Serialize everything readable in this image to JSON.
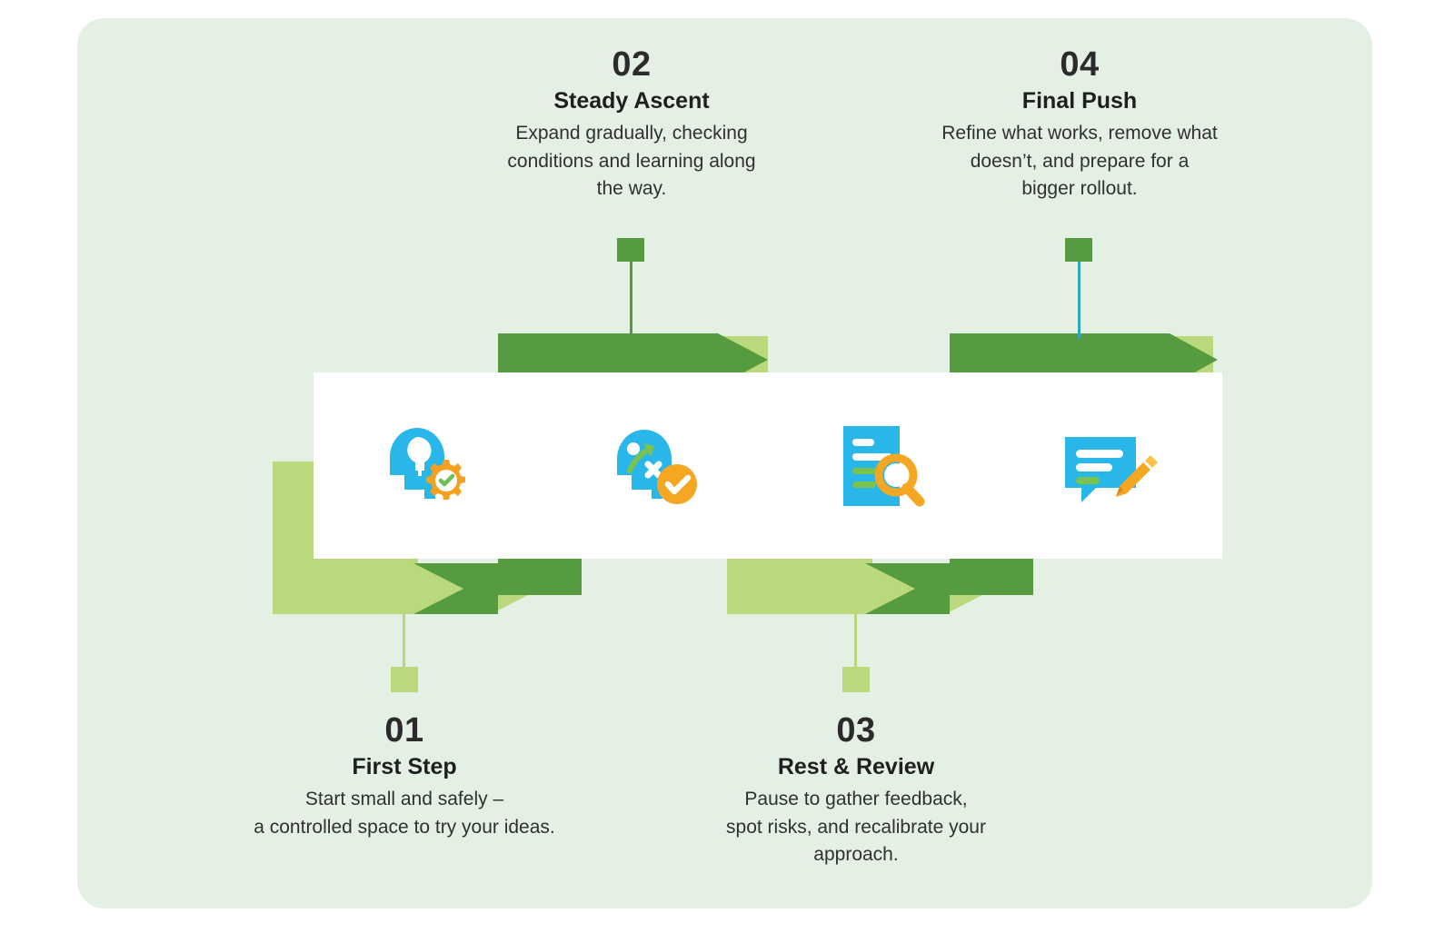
{
  "canvas": {
    "background": "#e5f0e4"
  },
  "palette": {
    "dark_green": "#569b3f",
    "light_green": "#bad97d",
    "canvas_green": "#e5f0e4",
    "blue": "#29b6e8",
    "orange": "#f5a623",
    "check_green": "#6cbf55",
    "teal_line": "#2fa7bf",
    "text_dark": "#2b2b2b"
  },
  "steps": [
    {
      "number": "01",
      "title": "First Step",
      "description": "Start small and safely –\na controlled space to try your ideas.",
      "icon": "head-lightbulb-gear-check-icon",
      "position": "bottom",
      "connector_color": "#bad97d"
    },
    {
      "number": "02",
      "title": "Steady Ascent",
      "description": "Expand gradually, checking\nconditions and learning along\nthe way.",
      "icon": "head-arrow-x-check-icon",
      "position": "top",
      "connector_color": "#569b3f"
    },
    {
      "number": "03",
      "title": "Rest & Review",
      "description": "Pause to gather feedback,\nspot risks, and recalibrate your\napproach.",
      "icon": "document-magnifier-icon",
      "position": "bottom",
      "connector_color": "#bad97d"
    },
    {
      "number": "04",
      "title": "Final Push",
      "description": "Refine what works, remove what\ndoesn’t, and prepare for a\nbigger rollout.",
      "icon": "speech-bubble-pencil-icon",
      "position": "top",
      "connector_color": "#569b3f"
    }
  ]
}
